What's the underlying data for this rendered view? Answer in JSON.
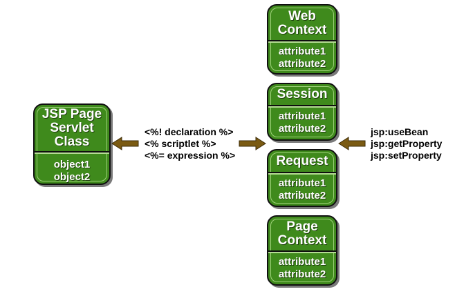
{
  "servlet_box": {
    "title": "JSP Page\nServlet\nClass",
    "items": [
      "object1",
      "object2"
    ]
  },
  "scope_boxes": [
    {
      "title": "Web\nContext",
      "items": [
        "attribute1",
        "attribute2"
      ]
    },
    {
      "title": "Session",
      "items": [
        "attribute1",
        "attribute2"
      ]
    },
    {
      "title": "Request",
      "items": [
        "attribute1",
        "attribute2"
      ]
    },
    {
      "title": "Page\nContext",
      "items": [
        "attribute1",
        "attribute2"
      ]
    }
  ],
  "scripting_elements": [
    "<%! declaration %>",
    "<% scriptlet %>",
    "<%= expression %>"
  ],
  "jsp_actions": [
    "jsp:useBean",
    "jsp:getProperty",
    "jsp:setProperty"
  ],
  "colors": {
    "box_fill": "#3f8a1c",
    "arrow_fill": "#7a5a12",
    "text_white": "#ffffff"
  }
}
